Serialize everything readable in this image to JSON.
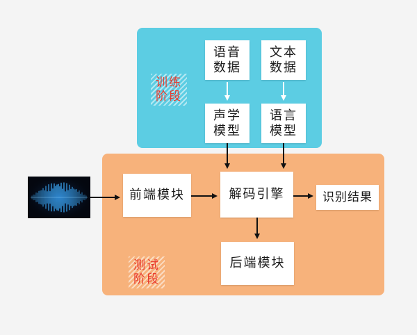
{
  "training": {
    "stage_label_1": "训练",
    "stage_label_2": "阶段",
    "speech_data_1": "语音",
    "speech_data_2": "数据",
    "text_data_1": "文本",
    "text_data_2": "数据",
    "acoustic_model_1": "声学",
    "acoustic_model_2": "模型",
    "language_model_1": "语言",
    "language_model_2": "模型"
  },
  "testing": {
    "stage_label_1": "测试",
    "stage_label_2": "阶段",
    "frontend": "前端模块",
    "decoder": "解码引擎",
    "result": "识别结果",
    "backend": "后端模块"
  },
  "colors": {
    "training_panel": "#5ccde3",
    "testing_panel": "#f7b27b",
    "stage_text": "#e83a2e",
    "arrow_dark": "#111111",
    "arrow_light": "#ffffff"
  }
}
